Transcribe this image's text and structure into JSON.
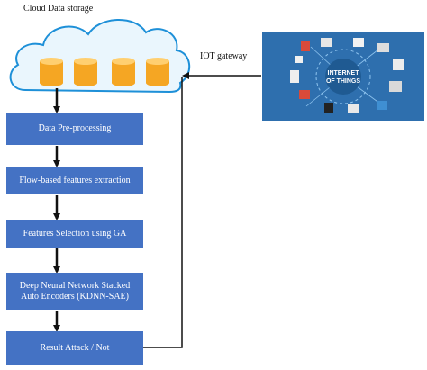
{
  "cloud": {
    "label": "Cloud Data storage"
  },
  "gateway": {
    "label": "IOT gateway"
  },
  "iot_image": {
    "text_line1": "INTERNET",
    "text_line2": "OF THINGS"
  },
  "steps": [
    "Data Pre-processing",
    "Flow-based features extraction",
    "Features Selection using GA",
    "Deep Neural Network Stacked Auto Encoders (KDNN-SAE)",
    "Result Attack / Not"
  ],
  "colors": {
    "box": "#4472c4",
    "cloud_outline": "#1e90d8",
    "database": "#f5a623",
    "iot_background": "#2e6fae"
  }
}
